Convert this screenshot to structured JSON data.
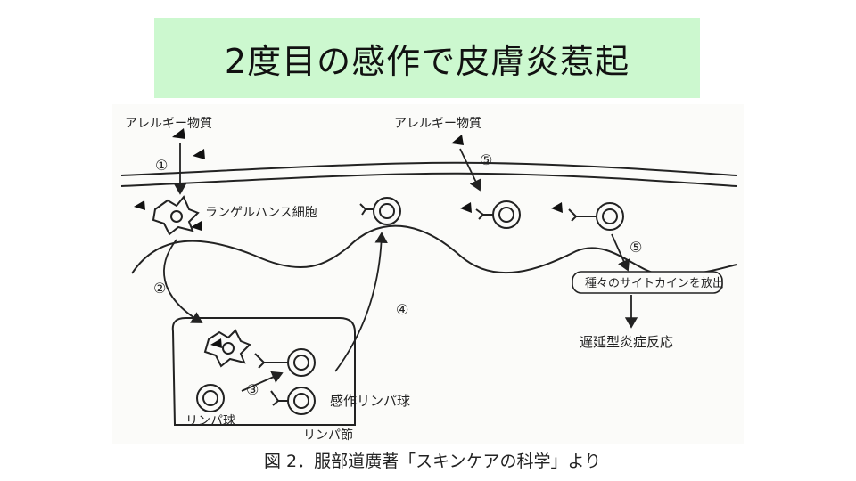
{
  "slide": {
    "title": "2度目の感作で皮膚炎惹起",
    "caption": "図 2．服部道廣著「スキンケアの科学」より"
  },
  "diagram": {
    "labels": {
      "allergen_left": "アレルギー物質",
      "allergen_right": "アレルギー物質",
      "langerhans": "ランゲルハンス細胞",
      "cytokine": "種々のサイトカインを放出",
      "delayed_reaction": "遅延型炎症反応",
      "sensitized_lymph": "感作リンパ球",
      "lymphocyte": "リンパ球",
      "lymph_node": "リンパ節"
    },
    "steps": {
      "s1": "①",
      "s2": "②",
      "s3": "③",
      "s4": "④",
      "s5a": "⑤",
      "s5b": "⑤"
    }
  }
}
